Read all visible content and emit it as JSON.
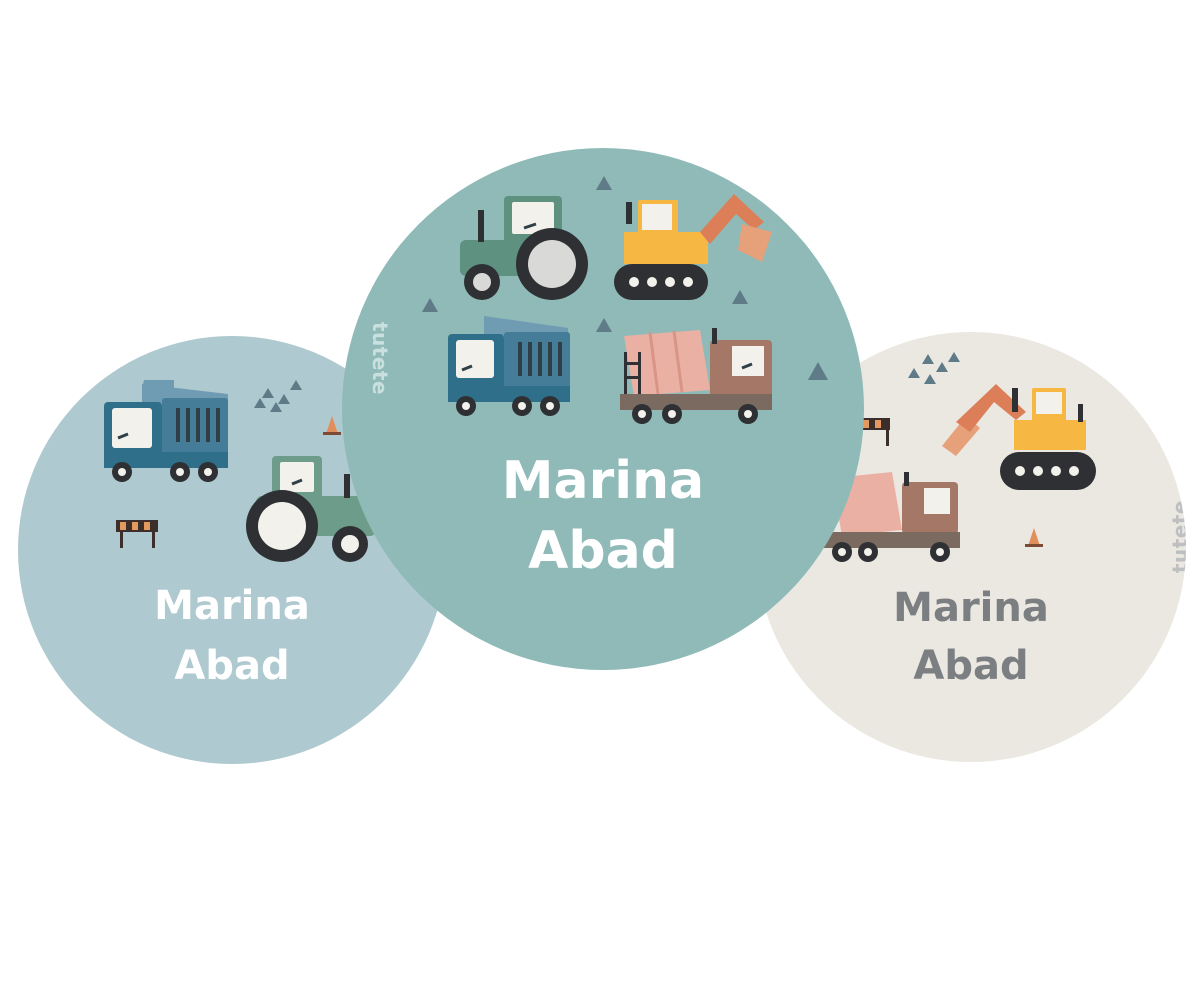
{
  "stickers": {
    "left": {
      "first_name": "Marina",
      "last_name": "Abad",
      "bg_color": "#aec9cf",
      "text_color": "#ffffff"
    },
    "center": {
      "first_name": "Marina",
      "last_name": "Abad",
      "brand": "tutete",
      "bg_color": "#8fbab7",
      "text_color": "#ffffff"
    },
    "right": {
      "first_name": "Marina",
      "last_name": "Abad",
      "brand": "tutete",
      "bg_color": "#ebe7e1",
      "text_color": "#7c7f82"
    }
  },
  "icons": [
    "dump-truck-icon",
    "tractor-icon",
    "excavator-icon",
    "cement-mixer-icon",
    "road-barrier-icon",
    "traffic-cone-icon"
  ]
}
